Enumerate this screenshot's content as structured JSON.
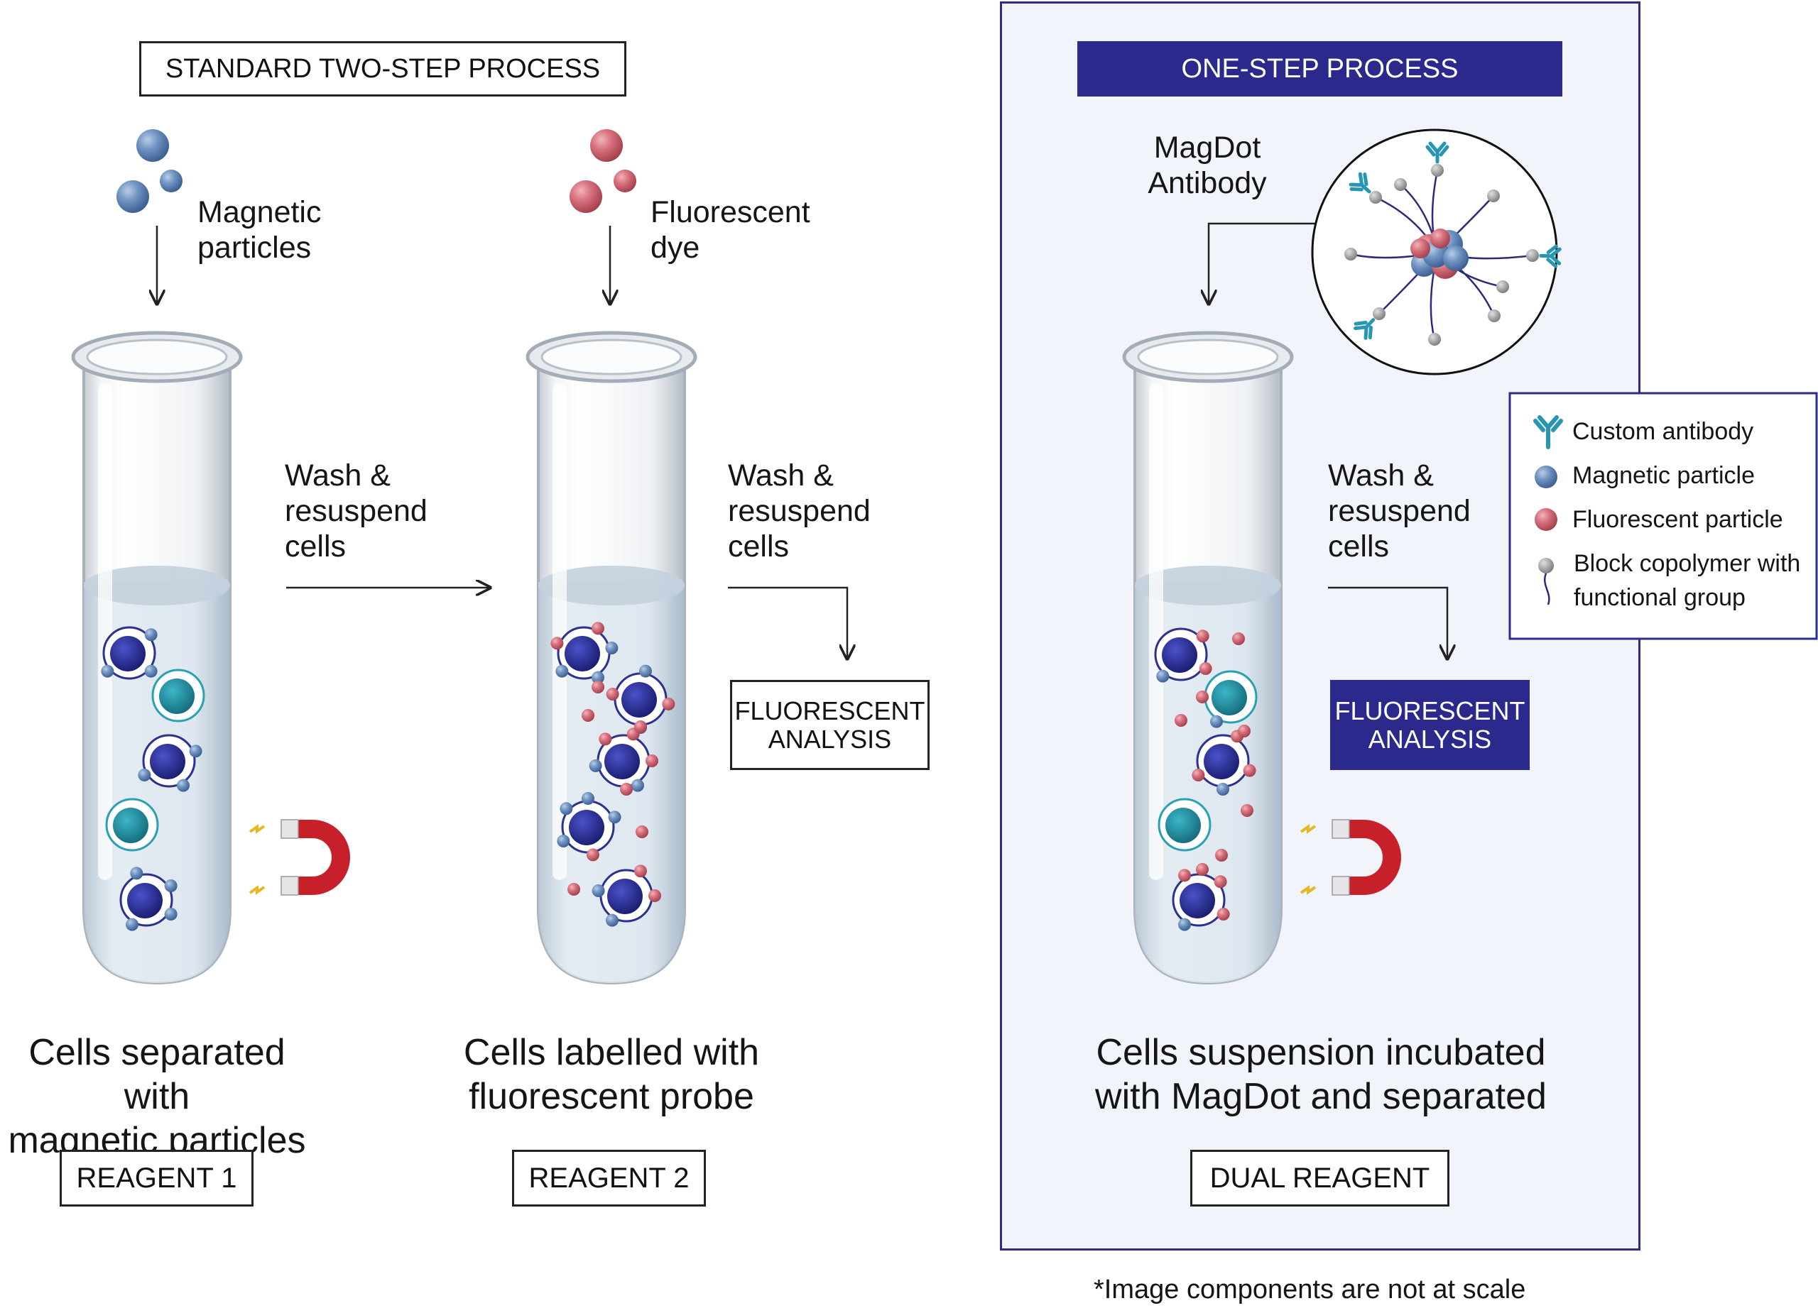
{
  "standard": {
    "header": "STANDARD TWO-STEP PROCESS",
    "magnetic_label": "Magnetic\nparticles",
    "dye_label": "Fluorescent\ndye",
    "wash1": "Wash &\nresuspend\ncells",
    "wash2": "Wash &\nresuspend\ncells",
    "analysis": "FLUORESCENT\nANALYSIS",
    "caption1": "Cells separated with\nmagnetic particles",
    "caption2": "Cells labelled with\nfluorescent probe",
    "reagent1": "REAGENT 1",
    "reagent2": "REAGENT 2"
  },
  "onestep": {
    "header": "ONE-STEP PROCESS",
    "magdot_label": "MagDot\nAntibody",
    "wash": "Wash &\nresuspend\ncells",
    "analysis": "FLUORESCENT\nANALYSIS",
    "caption": "Cells suspension incubated\nwith MagDot and separated",
    "reagent": "DUAL REAGENT"
  },
  "legend": {
    "antibody": "Custom antibody",
    "magnetic": "Magnetic particle",
    "fluorescent": "Fluorescent particle",
    "copolymer": "Block copolymer with\nfunctional group"
  },
  "footnote": "*Image components are not at scale",
  "colors": {
    "accent_navy": "#2b2a8c",
    "panel_bg": "#f2f4fb",
    "panel_border": "#2e2c86",
    "magnetic_blue": "#5f86b8",
    "fluorescent_red": "#d0606e",
    "cell_nucleus": "#262a8e",
    "cell_teal": "#1f8a9c",
    "antibody_teal": "#2796b2",
    "magnet_red": "#c8202b"
  }
}
